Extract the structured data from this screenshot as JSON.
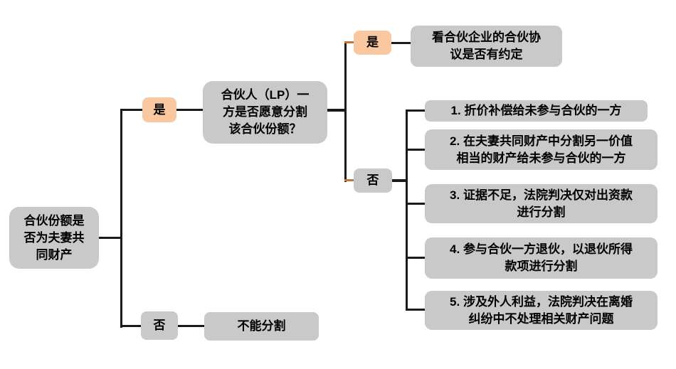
{
  "diagram": {
    "root": {
      "label": "合伙份额是否为夫妻共同财产"
    },
    "branch_yes": {
      "label": "是",
      "question": {
        "label": "合伙人（LP）一方是否愿意分割该合伙份额？"
      },
      "sub_yes": {
        "label": "是",
        "result": {
          "label": "看合伙企业的合伙协议是否有约定"
        }
      },
      "sub_no": {
        "label": "否",
        "outcomes": [
          "1. 折价补偿给未参与合伙的一方",
          "2. 在夫妻共同财产中分割另一价值相当的财产给未参与合伙的一方",
          "3. 证据不足，法院判决仅对出资款进行分割",
          "4. 参与合伙一方退伙，以退伙所得款项进行分割",
          "5. 涉及外人利益，法院判决在离婚纠纷中不处理相关财产问题"
        ]
      }
    },
    "branch_no": {
      "label": "否",
      "result": {
        "label": "不能分割"
      }
    },
    "colors": {
      "node_gray": "#c9c9c9",
      "node_orange": "#f9c7a0",
      "line_black": "#1a1a1a",
      "line_orange": "#c0773a"
    }
  }
}
